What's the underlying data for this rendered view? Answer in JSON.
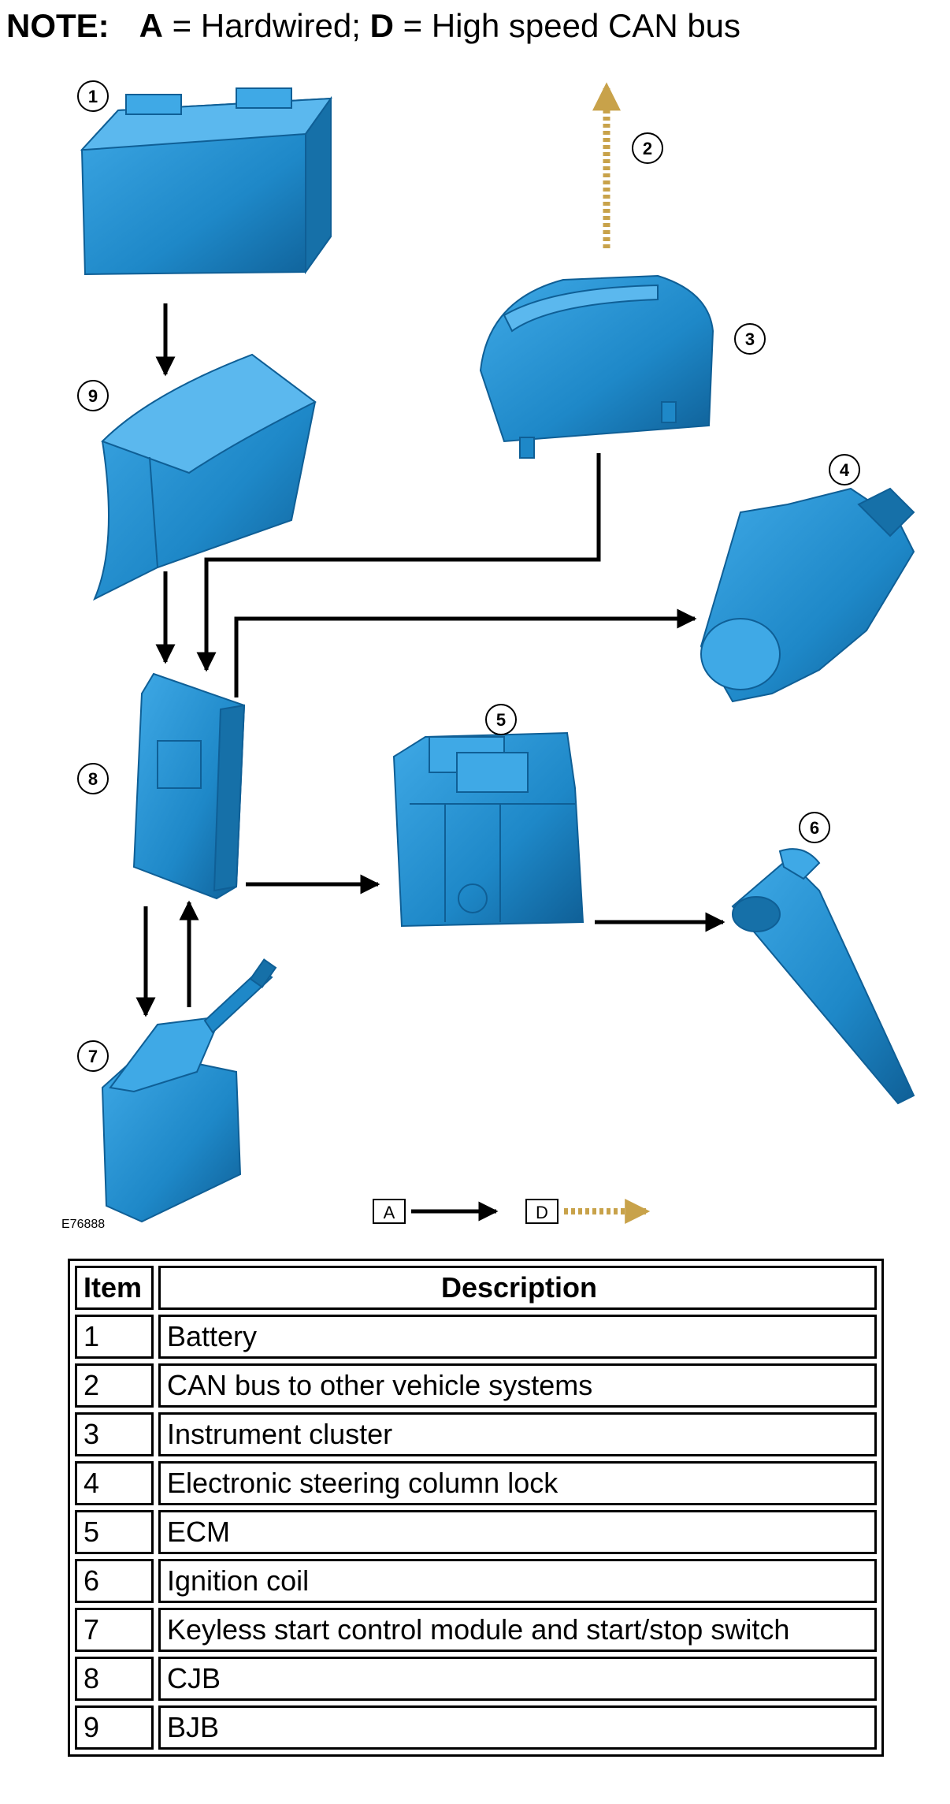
{
  "note": {
    "label": "NOTE:",
    "a_letter": "A",
    "a_text": " = Hardwired; ",
    "d_letter": "D",
    "d_text": " = High speed CAN bus"
  },
  "diagram": {
    "figure_id": "E76888",
    "callouts": [
      "1",
      "2",
      "3",
      "4",
      "5",
      "6",
      "7",
      "8",
      "9"
    ],
    "legend": {
      "hardwired": "A",
      "can_bus": "D"
    },
    "colors": {
      "component": "#1E88C8",
      "component_dark": "#0F5F96",
      "hardwired": "#000000",
      "can_bus": "#C8A24A"
    }
  },
  "table": {
    "headers": [
      "Item",
      "Description"
    ],
    "rows": [
      [
        "1",
        "Battery"
      ],
      [
        "2",
        "CAN bus to other vehicle systems"
      ],
      [
        "3",
        "Instrument cluster"
      ],
      [
        "4",
        "Electronic steering column lock"
      ],
      [
        "5",
        "ECM"
      ],
      [
        "6",
        "Ignition coil"
      ],
      [
        "7",
        "Keyless start control module and start/stop switch"
      ],
      [
        "8",
        "CJB"
      ],
      [
        "9",
        "BJB"
      ]
    ]
  }
}
